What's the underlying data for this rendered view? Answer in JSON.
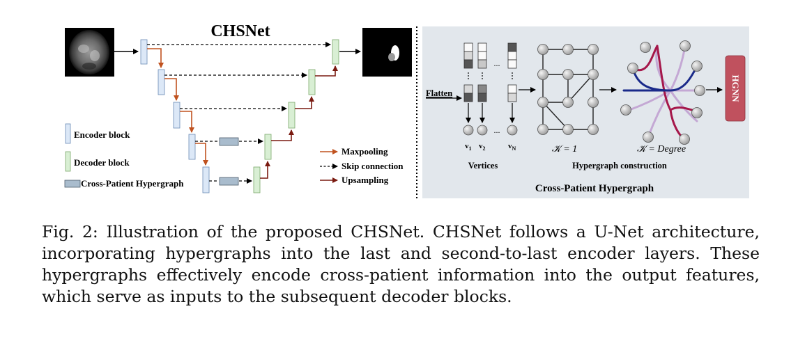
{
  "figure": {
    "title": "CHSNet",
    "legend": {
      "encoder_label": "Encoder block",
      "decoder_label": "Decoder block",
      "hypergraph_label": "Cross-Patient Hypergraph",
      "maxpooling_label": "Maxpooling",
      "skip_label": "Skip connection",
      "upsampling_label": "Upsampling"
    },
    "panel": {
      "title": "Cross-Patient Hypergraph",
      "flatten_label": "Flatten",
      "ellipsis": "...",
      "vertex_labels": [
        "v",
        "v",
        "v"
      ],
      "vertex_subscripts": [
        "1",
        "2",
        "N"
      ],
      "vertices_label": "Vertices",
      "k1_label": "𝒦 = 1",
      "kdeg_label": "𝒦 = Degree",
      "construction_label": "Hypergraph construction",
      "hgnn_label": "HGNN"
    },
    "colors": {
      "encoder": "#dce8f7",
      "decoder": "#d9efd4",
      "hypergraph_block": "#a9bccd",
      "maxpool_arrow": "#c0521f",
      "upsample_arrow": "#7a1a10",
      "panel_bg": "#e2e7ec",
      "hgnn": "#c0515e",
      "edge_navy": "#1a2a8a",
      "edge_crimson": "#a5174a",
      "edge_lavender": "#c4a8d4"
    }
  },
  "caption": {
    "label": "Fig. 2:",
    "text": "Illustration of the proposed CHSNet. CHSNet follows a U-Net architecture, incorporating hypergraphs into the last and second-to-last encoder layers. These hypergraphs effectively encode cross-patient information into the output features, which serve as inputs to the subsequent decoder blocks."
  }
}
